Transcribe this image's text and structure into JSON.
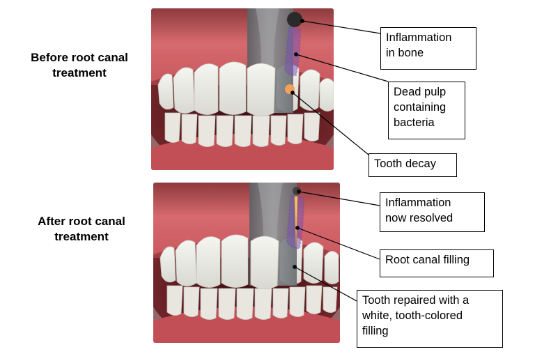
{
  "panels": [
    {
      "id": "before",
      "label": "Before root canal\ntreatment",
      "callouts": [
        {
          "id": "inflammation-bone",
          "text": "Inflammation\nin bone"
        },
        {
          "id": "dead-pulp",
          "text": "Dead pulp\ncontaining\nbacteria"
        },
        {
          "id": "tooth-decay",
          "text": "Tooth decay"
        }
      ]
    },
    {
      "id": "after",
      "label": "After root canal\ntreatment",
      "callouts": [
        {
          "id": "inflammation-resolved",
          "text": "Inflammation\nnow resolved"
        },
        {
          "id": "root-canal-filling",
          "text": "Root canal filling"
        },
        {
          "id": "tooth-repaired",
          "text": "Tooth repaired with a\nwhite, tooth-colored\nfilling"
        }
      ]
    }
  ],
  "colors": {
    "gum": "#c9585e",
    "mouth_dark": "#5a1a1e",
    "tooth": "#eeeeea",
    "xray": "#7a7d80",
    "root_outline": "#6b4aa0",
    "decay": "#f2a15a",
    "lesion": "#2a2a2a",
    "filling": "#f3c46b"
  }
}
